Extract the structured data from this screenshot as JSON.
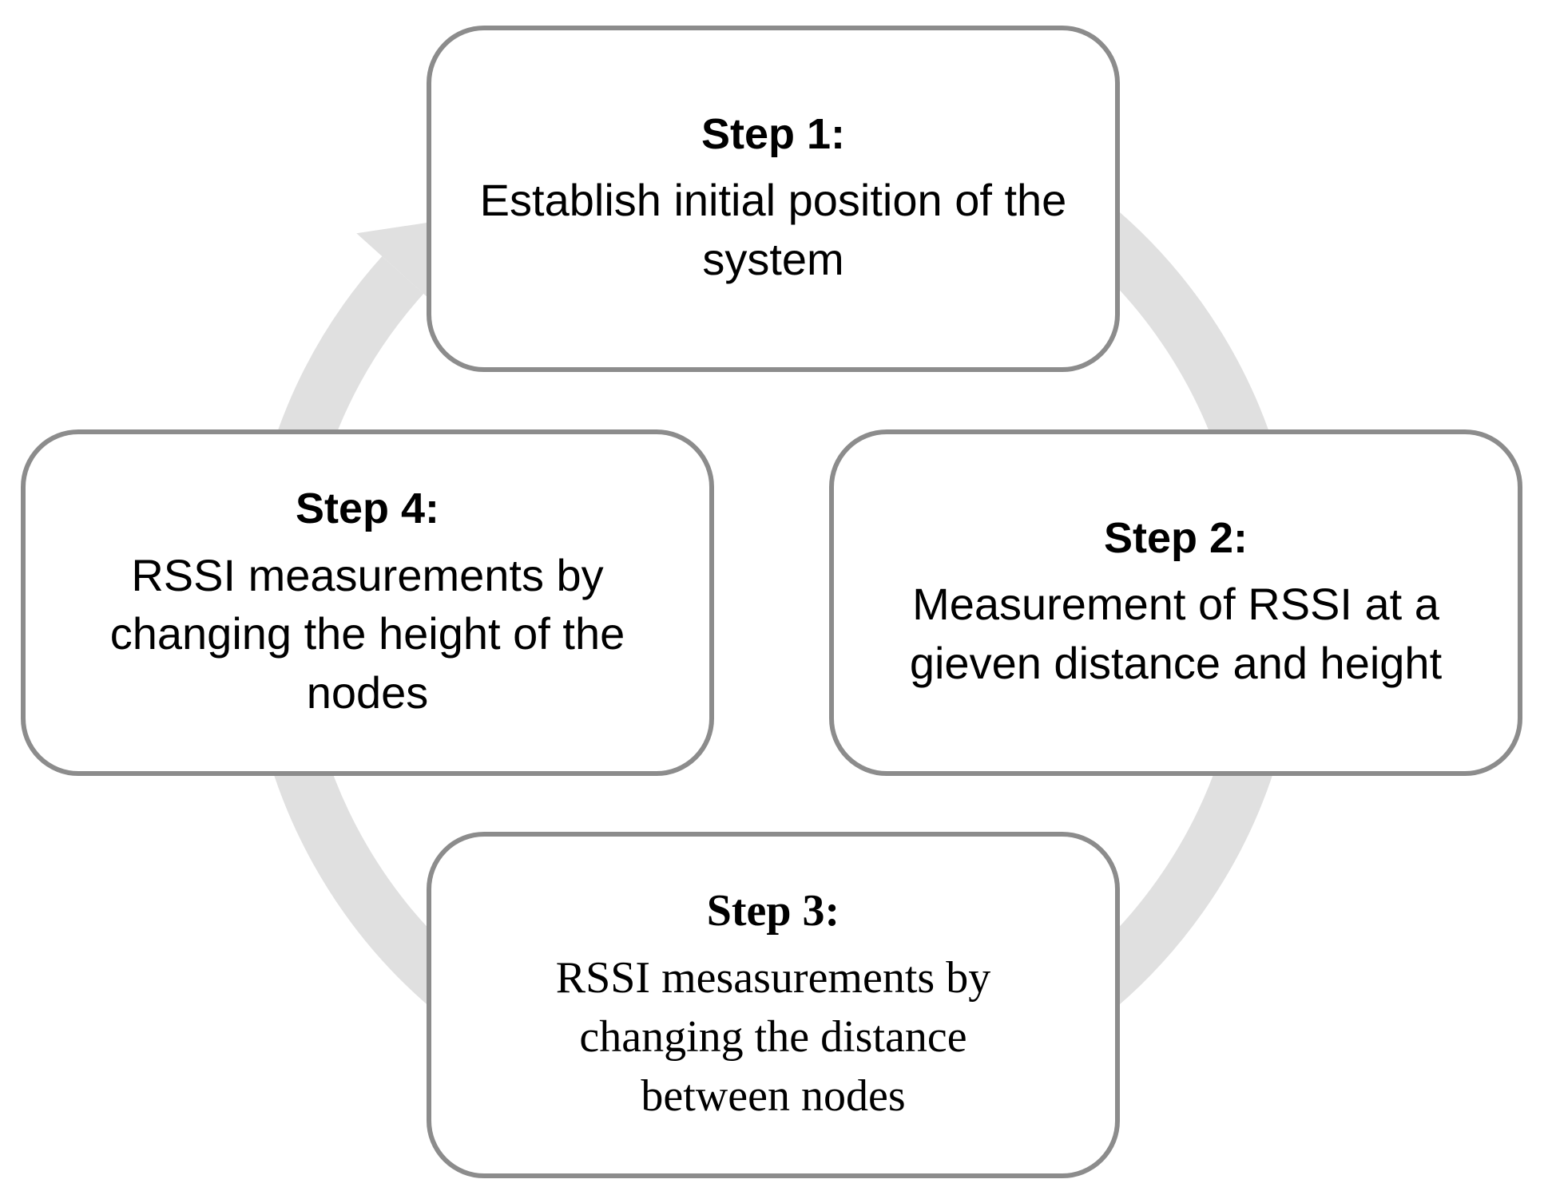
{
  "diagram": {
    "type": "cycle",
    "arrow_color": "#e0e0e0",
    "box_border_color": "#8c8c8c",
    "steps": [
      {
        "title": "Step 1:",
        "text": "Establish initial position of the system"
      },
      {
        "title": "Step 2:",
        "text": "Measurement of RSSI at a gieven distance and height"
      },
      {
        "title": "Step 3:",
        "text": "RSSI mesasurements by changing the distance between nodes"
      },
      {
        "title": "Step 4:",
        "text": "RSSI measurements by changing the height of the nodes"
      }
    ]
  }
}
